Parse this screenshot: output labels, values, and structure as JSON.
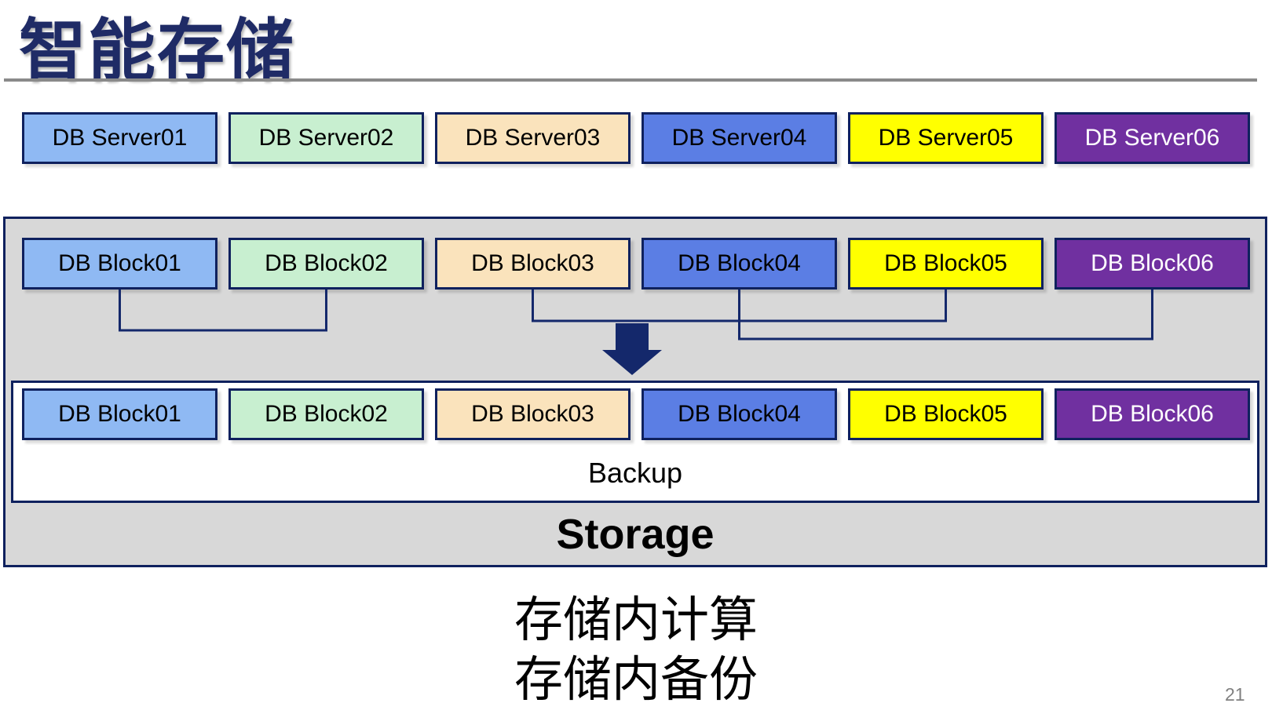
{
  "title": "智能存储",
  "servers": [
    "DB Server01",
    "DB Server02",
    "DB Server03",
    "DB Server04",
    "DB Server05",
    "DB Server06"
  ],
  "storage_panel": {
    "label": "Storage",
    "blocks_top": [
      "DB Block01",
      "DB Block02",
      "DB Block03",
      "DB Block04",
      "DB Block05",
      "DB Block06"
    ],
    "backup_panel": {
      "label": "Backup",
      "blocks": [
        "DB Block01",
        "DB Block02",
        "DB Block03",
        "DB Block04",
        "DB Block05",
        "DB Block06"
      ]
    },
    "connections": [
      "Block01-Block02",
      "Block03-Block05",
      "Block04-Block06"
    ]
  },
  "caption": {
    "line1": "存储内计算",
    "line2": "存储内备份"
  },
  "page_number": "21",
  "colors": {
    "box_fills": [
      "#8FB9F3",
      "#C8EFD0",
      "#FAE3BC",
      "#5B7EE4",
      "#FFFF00",
      "#7030A0"
    ],
    "box_text": [
      "#000000",
      "#000000",
      "#000000",
      "#000000",
      "#000000",
      "#FFFFFF"
    ],
    "box_border": "#0F215E",
    "panel_gray": "#D8D8D8",
    "panel_white": "#FFFFFF",
    "title_navy": "#1F2B66",
    "divider_gray": "#8A8A8A",
    "connector_navy": "#14286B",
    "page_number_gray": "#808080"
  }
}
